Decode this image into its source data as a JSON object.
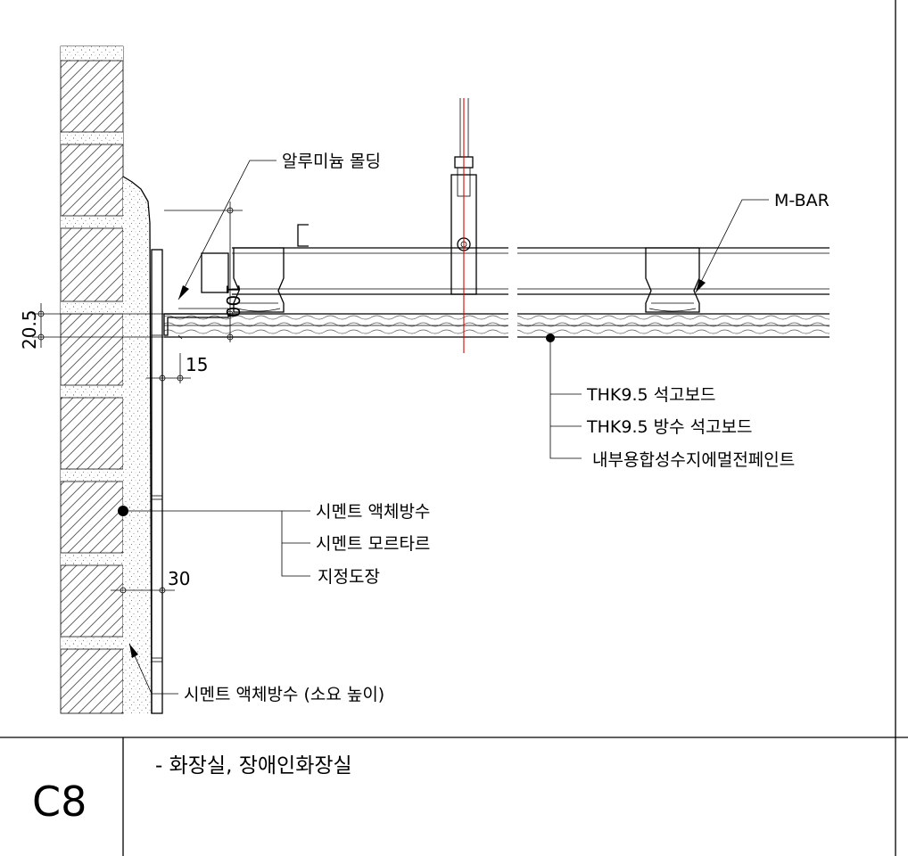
{
  "detail_code": "C8",
  "title": "- 화장실, 장애인화장실",
  "labels": {
    "aluminum_molding": "알루미늄 몰딩",
    "m_bar": "M-BAR",
    "gypsum_board": "THK9.5 석고보드",
    "waterproof_gypsum_board": "THK9.5 방수 석고보드",
    "interior_paint": "내부용합성수지에멀전페인트",
    "cement_liquid_waterproofing": "시멘트 액체방수",
    "cement_mortar": "시멘트 모르타르",
    "specified_finish": "지정도장",
    "cement_waterproofing_height": "시멘트 액체방수 (소요 높이)"
  },
  "dimensions": {
    "bracket_height": "100",
    "ceiling_thickness": "20.5",
    "molding_offset": "15",
    "mortar_thickness": "30"
  },
  "colors": {
    "line": "#000000",
    "center_line": "#e00000",
    "hatch": "#444444"
  }
}
